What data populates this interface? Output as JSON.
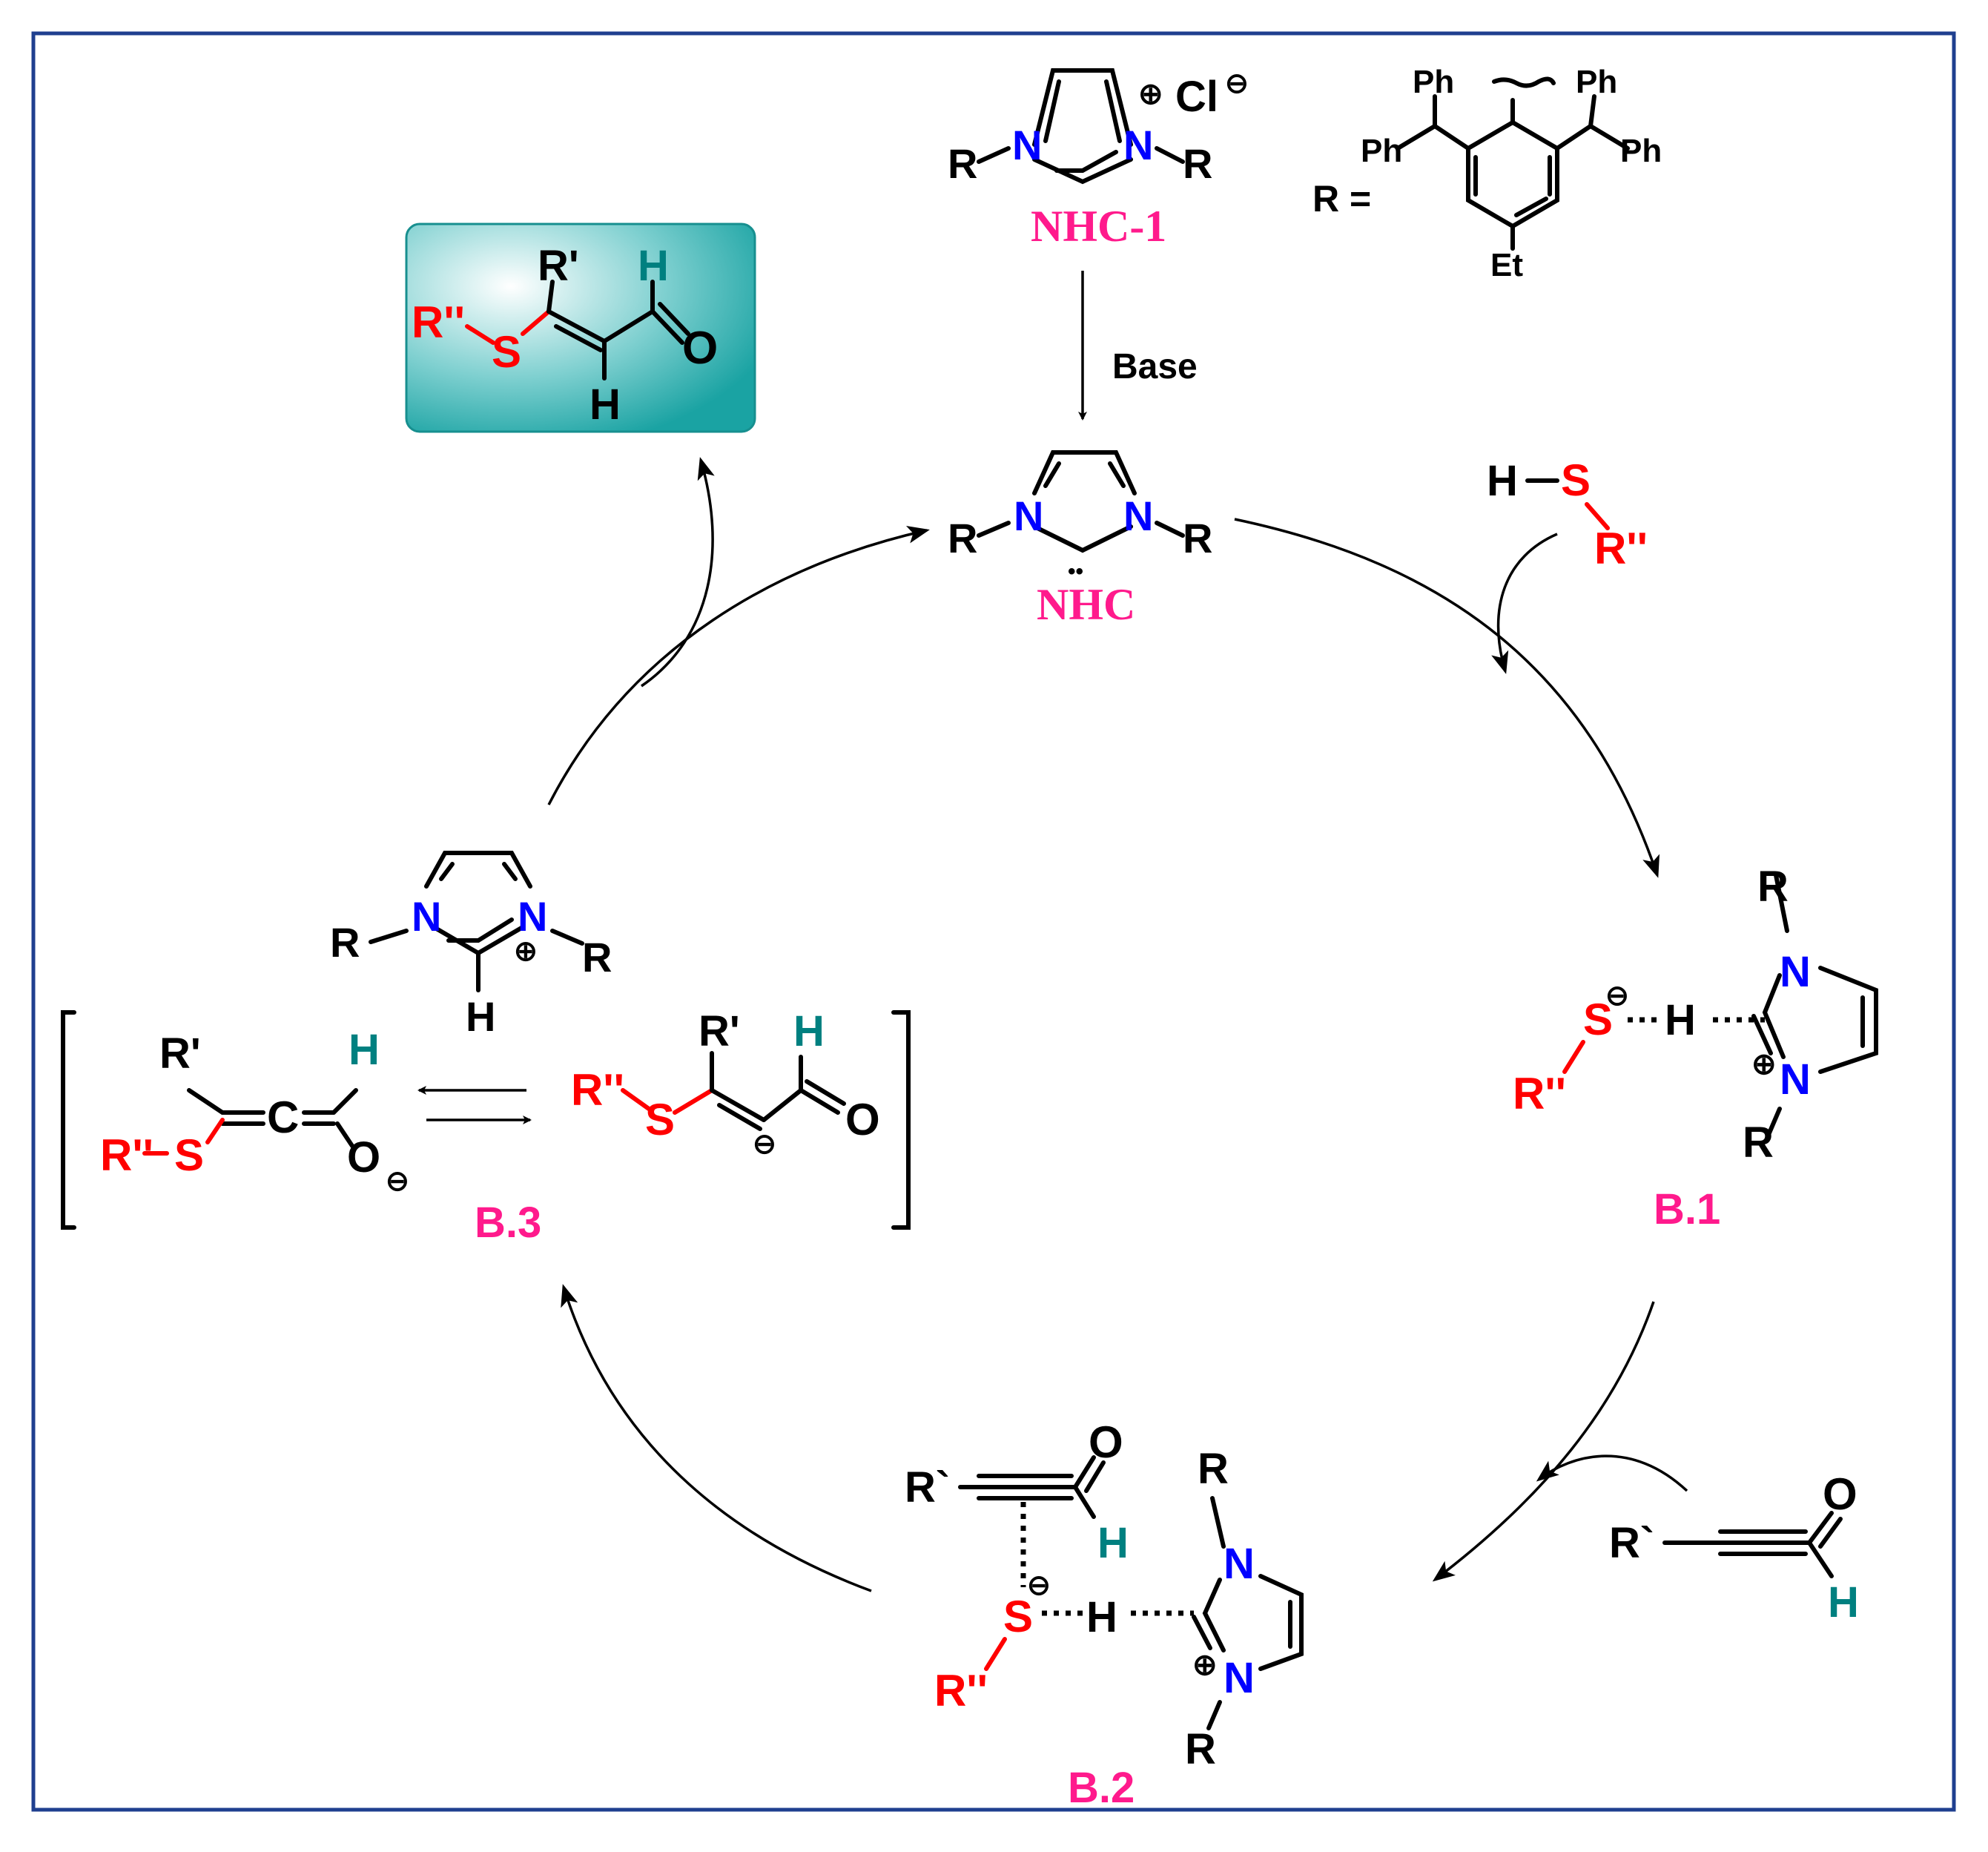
{
  "colors": {
    "frame": "#1f3f8f",
    "sulfur_group": "#ff0000",
    "nitrogen": "#0000ff",
    "aldehyde_h": "#008080",
    "compound_label": "#ff1a8c",
    "product_box": "#1aa3a3"
  },
  "symbols": {
    "R": "R",
    "N": "N",
    "H": "H",
    "S": "S",
    "O": "O",
    "C": "C",
    "R_prime": "R'",
    "R_dprime": "R''",
    "R_grave": "R`",
    "Cl": "Cl",
    "Ph": "Ph",
    "Et": "Et",
    "r_definition": "R =",
    "plus": "⊕",
    "minus": "⊖",
    "lone_pair": "••"
  },
  "labels": {
    "precatalyst": "NHC-1",
    "reagent_arrow": "Base",
    "catalyst": "NHC",
    "int1": "B.1",
    "int2": "B.2",
    "int3": "B.3"
  }
}
